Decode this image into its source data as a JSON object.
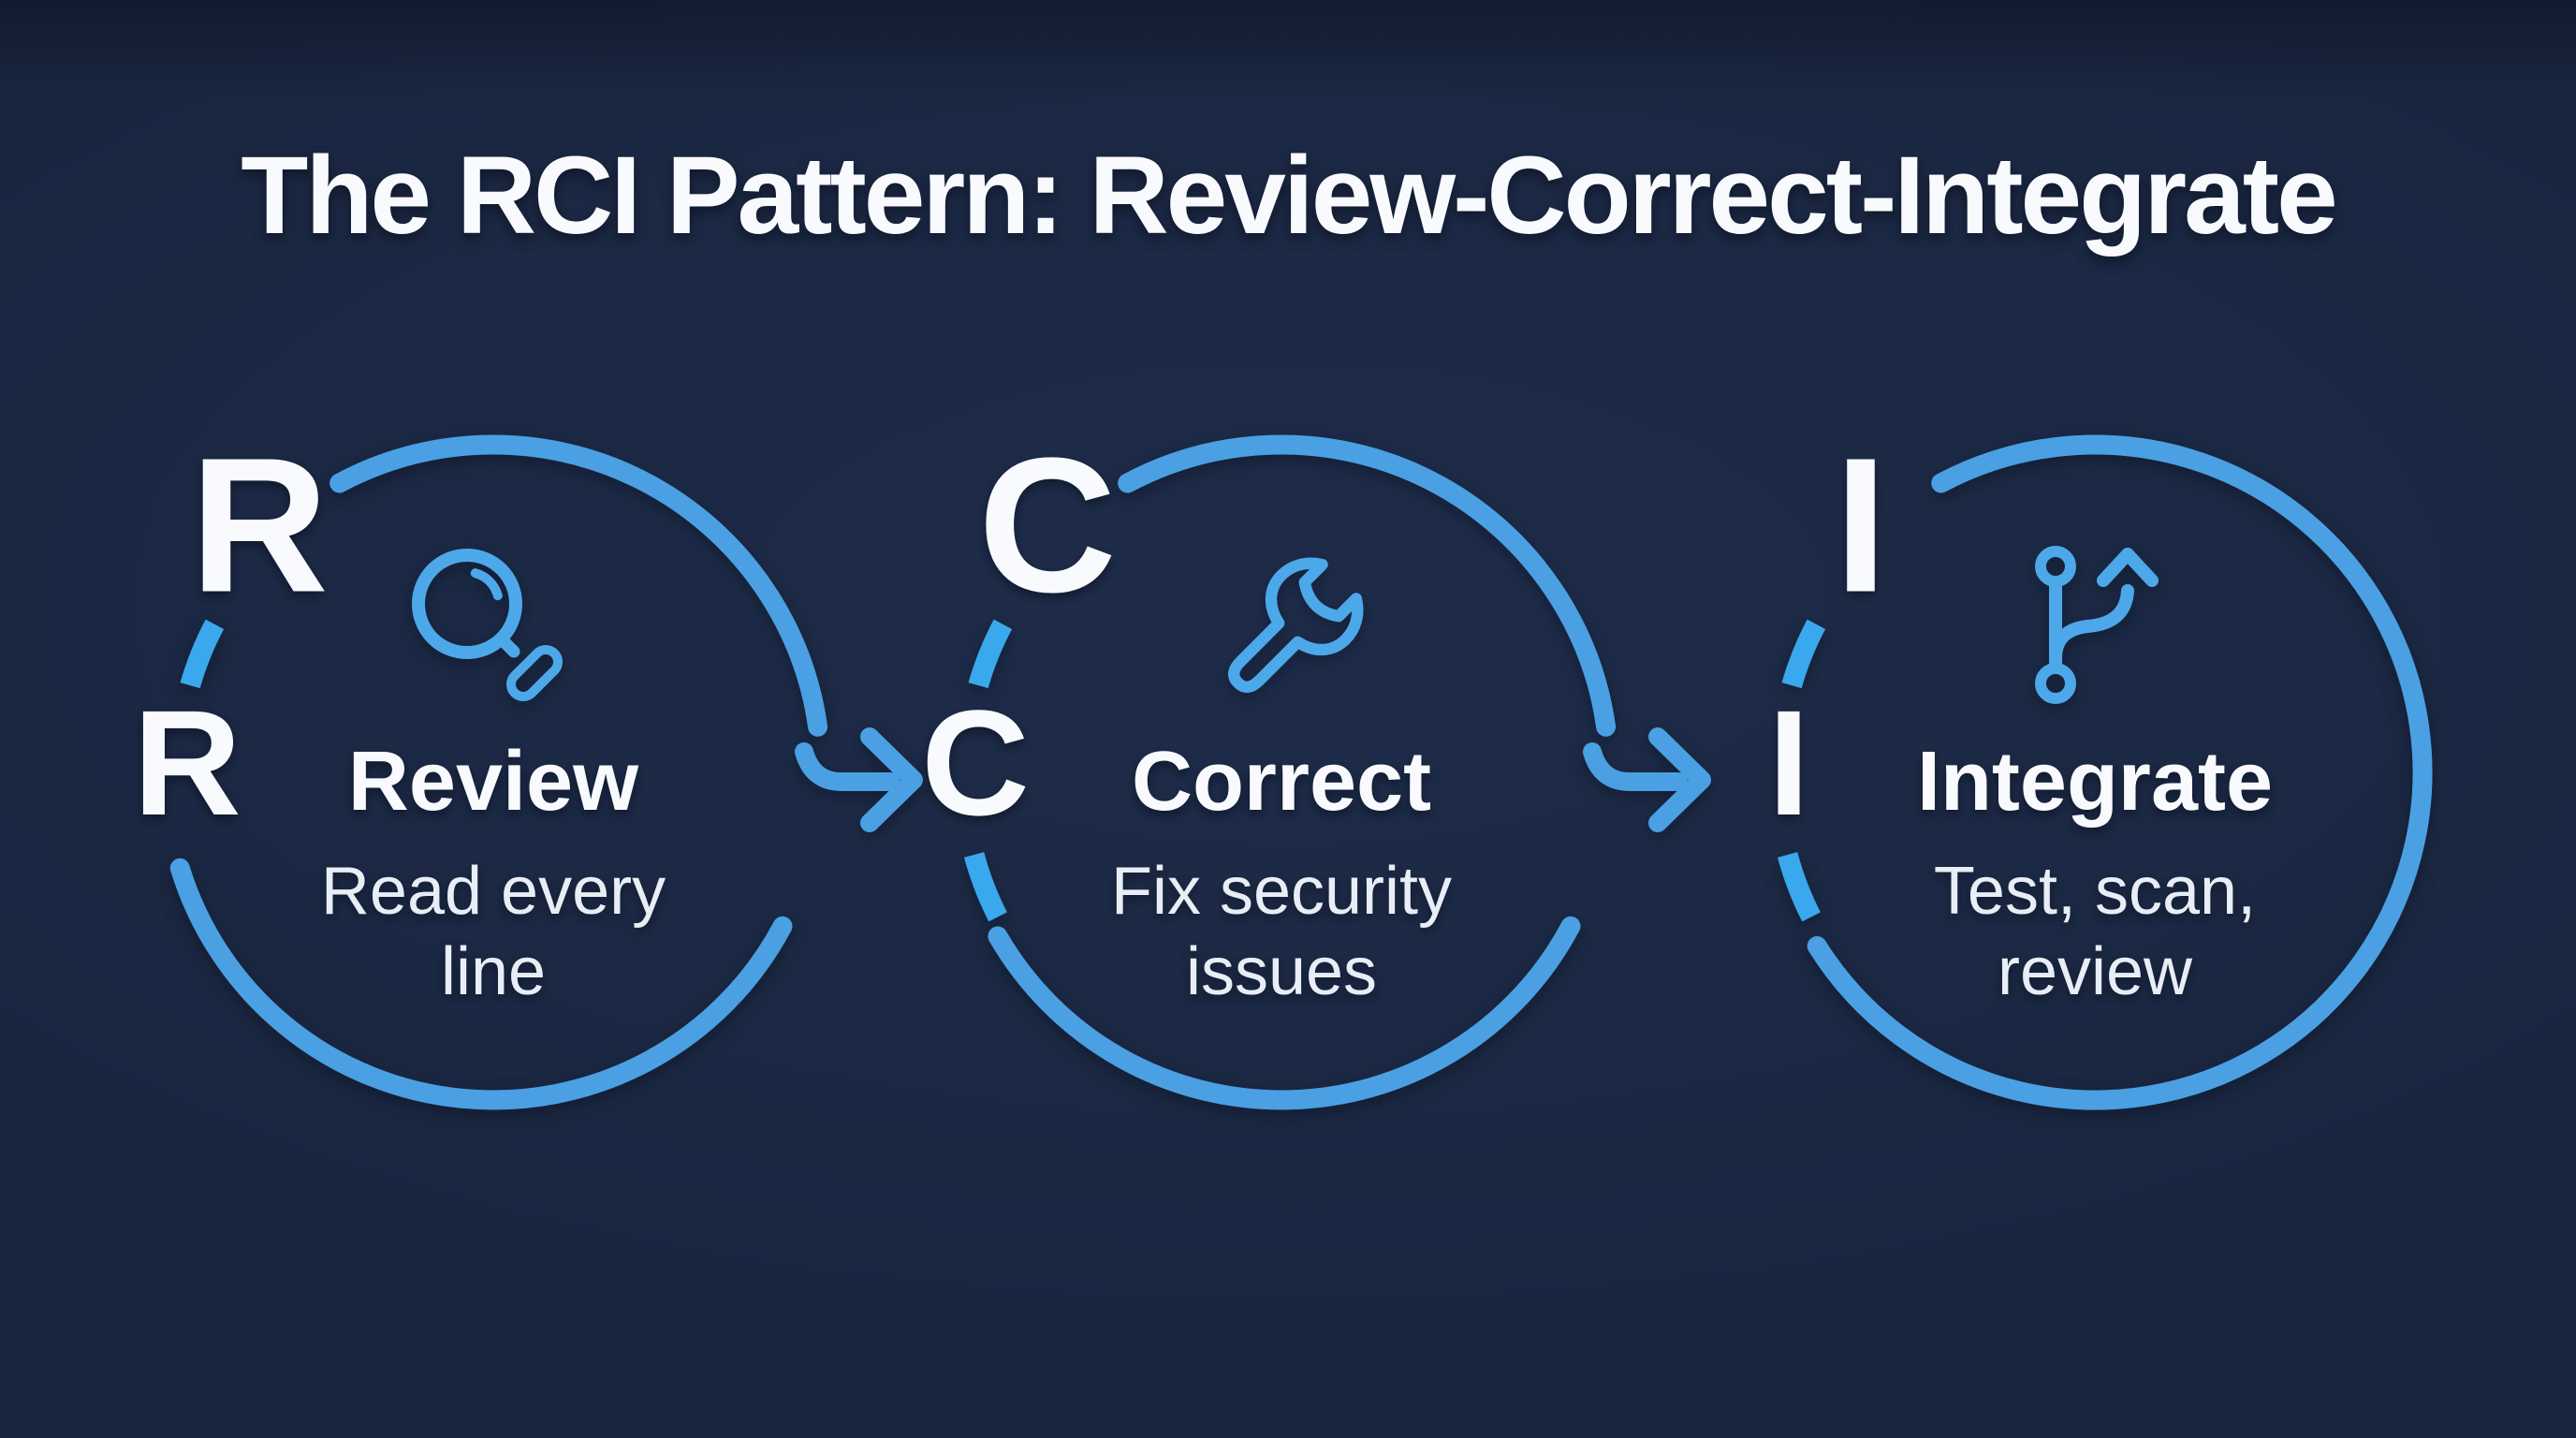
{
  "title": "The RCI Pattern: Review-Correct-Integrate",
  "steps": [
    {
      "letter": "R",
      "name": "Review",
      "subtitle": [
        "Read every",
        "line"
      ],
      "icon": "magnifier-icon",
      "has_arrow_to_next": true
    },
    {
      "letter": "C",
      "name": "Correct",
      "subtitle": [
        "Fix security",
        "issues"
      ],
      "icon": "wrench-icon",
      "has_arrow_to_next": true
    },
    {
      "letter": "I",
      "name": "Integrate",
      "subtitle": [
        "Test, scan,",
        "review"
      ],
      "icon": "git-branch-icon",
      "has_arrow_to_next": false
    }
  ],
  "colors": {
    "background": "#1a2640",
    "arc": "#4aa0e2",
    "dash": "#3aa8ec",
    "icon": "#4da8ea",
    "text": "#f8fafd",
    "subtext": "#e8edf6"
  }
}
